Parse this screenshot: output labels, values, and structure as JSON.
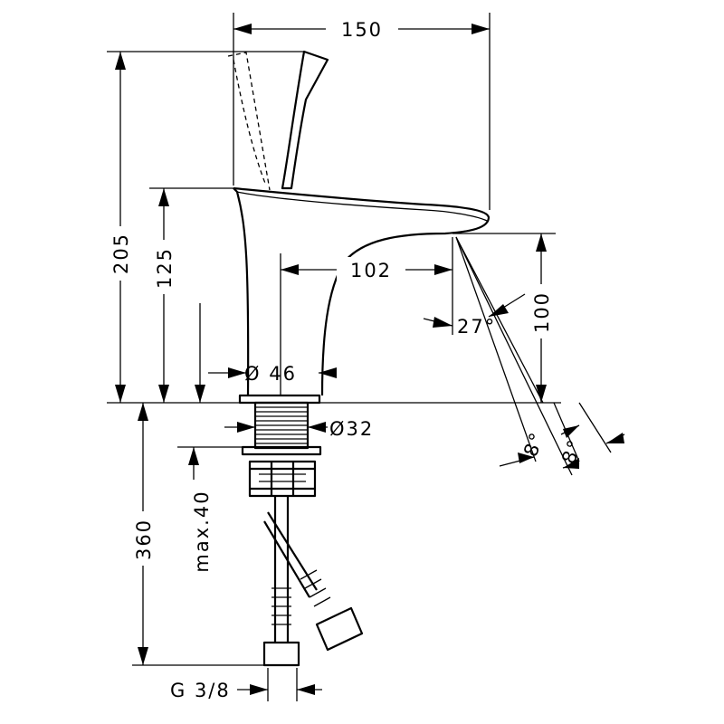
{
  "dimensions": {
    "width_top": "150",
    "height_total": "205",
    "height_spout": "125",
    "reach_spout": "102",
    "spray_angle": "27°",
    "spout_height": "100",
    "base_diameter": "Ø 46",
    "thread_diameter": "Ø32",
    "below_counter": "360",
    "max_thickness": "max.40",
    "angle_left": "8°",
    "angle_right": "8°",
    "connection": "G 3/8"
  },
  "colors": {
    "ink": "#000000",
    "background": "#ffffff"
  }
}
